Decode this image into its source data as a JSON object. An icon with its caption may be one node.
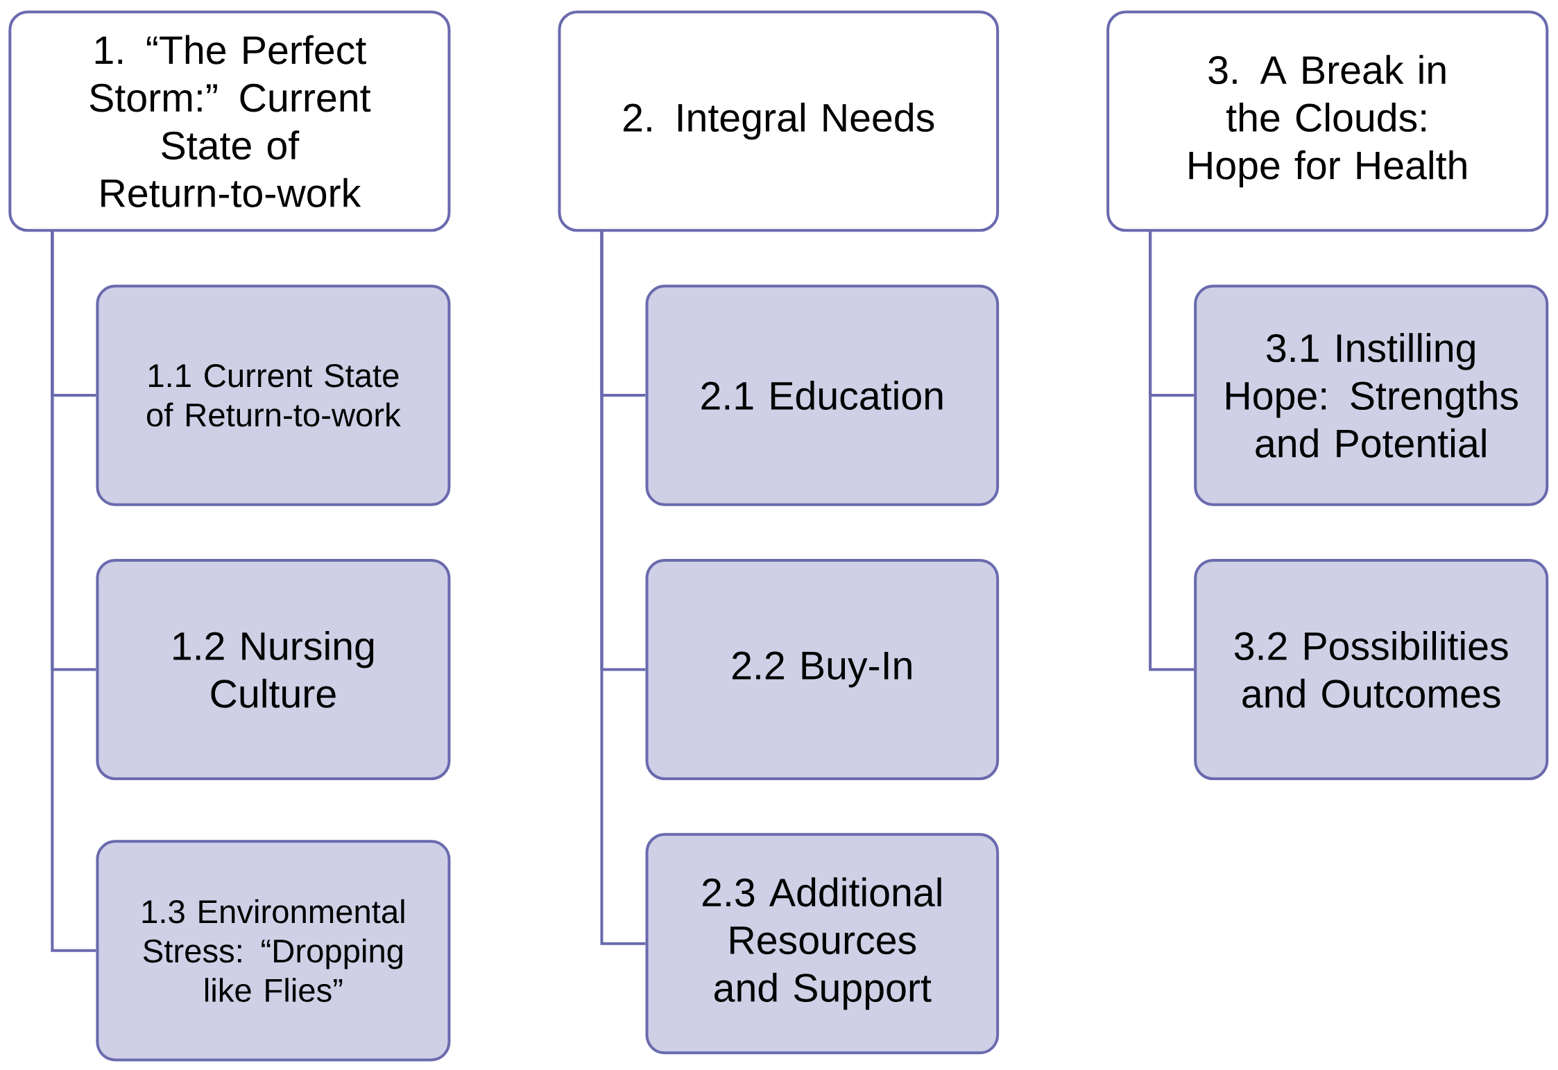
{
  "diagram": {
    "nodes": [
      {
        "text": [
          "1. “The Perfect Storm:” Current State of Return-to-work"
        ]
      },
      {
        "text": [
          "2. Integral Needs"
        ]
      },
      {
        "text": [
          "3. A Break in the Clouds: Hope for Health"
        ]
      },
      {
        "text": [
          "1.1 Current State of Return-to-work"
        ]
      },
      {
        "text": [
          "1.2 Nursing Culture"
        ]
      },
      {
        "text": [
          "1.3 Environmental Stress: “Dropping like Flies”"
        ]
      },
      {
        "text": [
          "2.1 Education"
        ]
      },
      {
        "text": [
          "2.2 Buy-In"
        ]
      },
      {
        "text": [
          "2.3 Additional Resources and Support"
        ]
      },
      {
        "text": [
          "3.1 Instilling Hope: Strengths and Potential"
        ]
      },
      {
        "text": [
          "3.2 Possibilities and Outcomes"
        ]
      }
    ],
    "edges": [
      {
        "from": 0,
        "to": 3,
        "arrow": "none"
      },
      {
        "from": 0,
        "to": 4,
        "arrow": "none"
      },
      {
        "from": 0,
        "to": 5,
        "arrow": "none"
      },
      {
        "from": 1,
        "to": 6,
        "arrow": "none"
      },
      {
        "from": 1,
        "to": 7,
        "arrow": "none"
      },
      {
        "from": 1,
        "to": 8,
        "arrow": "none"
      },
      {
        "from": 2,
        "to": 9,
        "arrow": "none"
      },
      {
        "from": 2,
        "to": 10,
        "arrow": "none"
      }
    ]
  }
}
